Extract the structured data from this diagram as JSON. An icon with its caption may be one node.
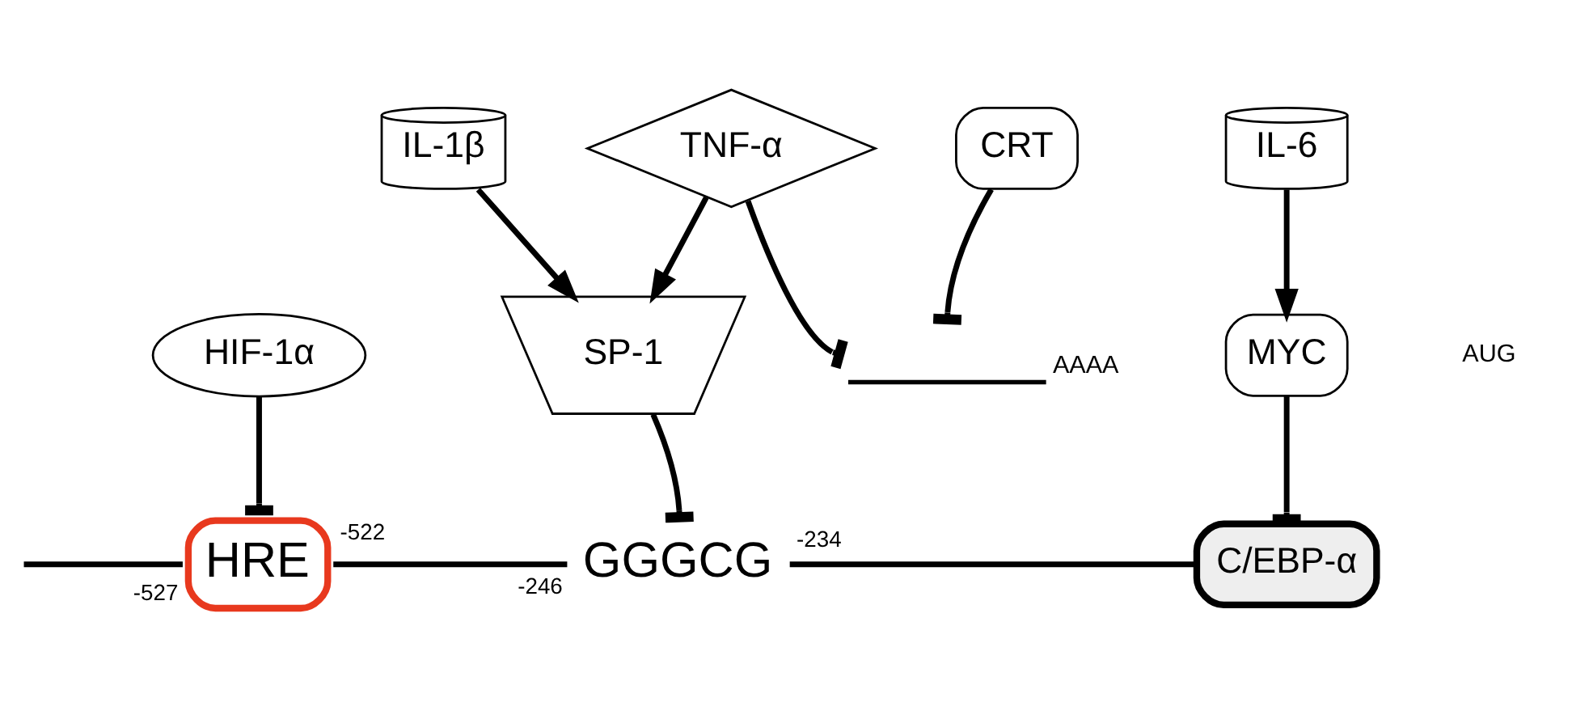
{
  "diagram": {
    "nodes": [
      {
        "text": [
          "HIF-1α"
        ]
      },
      {
        "text": [
          "IL-1β"
        ]
      },
      {
        "text": [
          "IL-6"
        ]
      },
      {
        "text": [
          "TNF-α"
        ]
      },
      {
        "text": [
          "CRT"
        ]
      },
      {
        "text": [
          "SP-1"
        ]
      },
      {
        "text": [
          "MYC"
        ]
      },
      {
        "text": [
          "HRE"
        ],
        "beside": [
          "-527",
          "-522"
        ]
      },
      {
        "text": [
          "GGGCG"
        ],
        "beside": [
          "-246",
          "-234"
        ]
      },
      {
        "text": [
          "C/EBP-α"
        ]
      },
      {
        "text": [
          "AAAA"
        ]
      }
    ],
    "edges": [
      {
        "from": 0,
        "to": 7,
        "arrow": "other"
      },
      {
        "from": 1,
        "to": 5,
        "arrow": "to"
      },
      {
        "from": 2,
        "to": 6,
        "arrow": "to"
      },
      {
        "from": 3,
        "to": 5,
        "arrow": "to"
      },
      {
        "from": 3,
        "to": 10,
        "arrow": "other"
      },
      {
        "from": 4,
        "to": 10,
        "arrow": "other"
      },
      {
        "from": 5,
        "to": 8,
        "arrow": "other"
      },
      {
        "from": 6,
        "to": 9,
        "arrow": "other"
      },
      {
        "from": null,
        "to": 7,
        "arrow": "none"
      },
      {
        "from": 7,
        "to": 8,
        "arrow": "none"
      },
      {
        "from": 8,
        "to": 9,
        "arrow": "none"
      }
    ],
    "labels": [
      "AUG"
    ]
  }
}
